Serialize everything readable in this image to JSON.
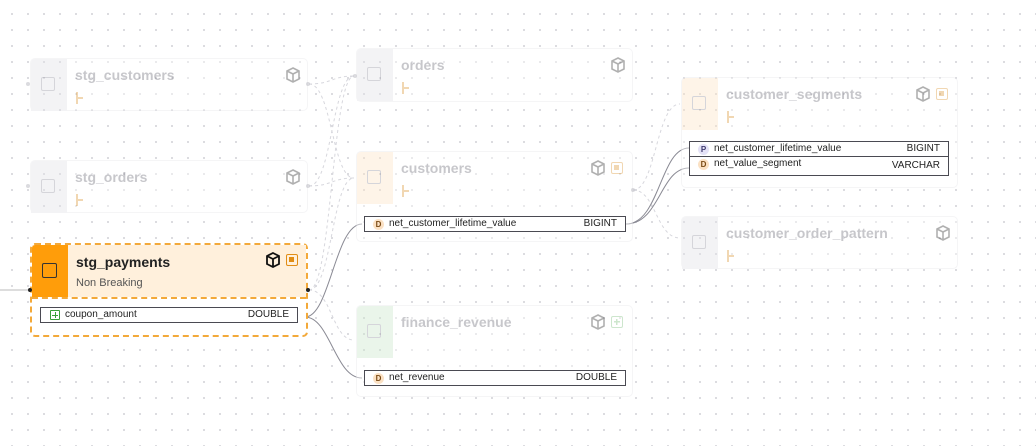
{
  "nodes": {
    "stg_customers": {
      "title": "stg_customers"
    },
    "stg_orders": {
      "title": "stg_orders"
    },
    "stg_payments": {
      "title": "stg_payments",
      "status": "Non Breaking",
      "columns": [
        {
          "name": "coupon_amount",
          "type": "DOUBLE"
        }
      ]
    },
    "orders": {
      "title": "orders"
    },
    "customers": {
      "title": "customers",
      "columns": [
        {
          "badge": "D",
          "name": "net_customer_lifetime_value",
          "type": "BIGINT"
        }
      ]
    },
    "finance_revenue": {
      "title": "finance_revenue",
      "columns": [
        {
          "badge": "D",
          "name": "net_revenue",
          "type": "DOUBLE"
        }
      ]
    },
    "customer_segments": {
      "title": "customer_segments",
      "columns": [
        {
          "badge": "P",
          "name": "net_customer_lifetime_value",
          "type": "BIGINT"
        },
        {
          "badge": "D",
          "name": "net_value_segment",
          "type": "VARCHAR"
        }
      ]
    },
    "customer_order_pattern": {
      "title": "customer_order_pattern"
    }
  },
  "icons": {
    "model": "cube-icon",
    "lineage": "lineage-icon",
    "impact": "impact-marker-icon",
    "added": "added-column-icon"
  },
  "colors": {
    "selected_accent": "#ff9d0a",
    "selected_fill": "#fff0dc",
    "modified_strip": "#fde5c9",
    "added_strip": "#cfe9cf",
    "unchanged_strip": "#e4e4e8"
  }
}
